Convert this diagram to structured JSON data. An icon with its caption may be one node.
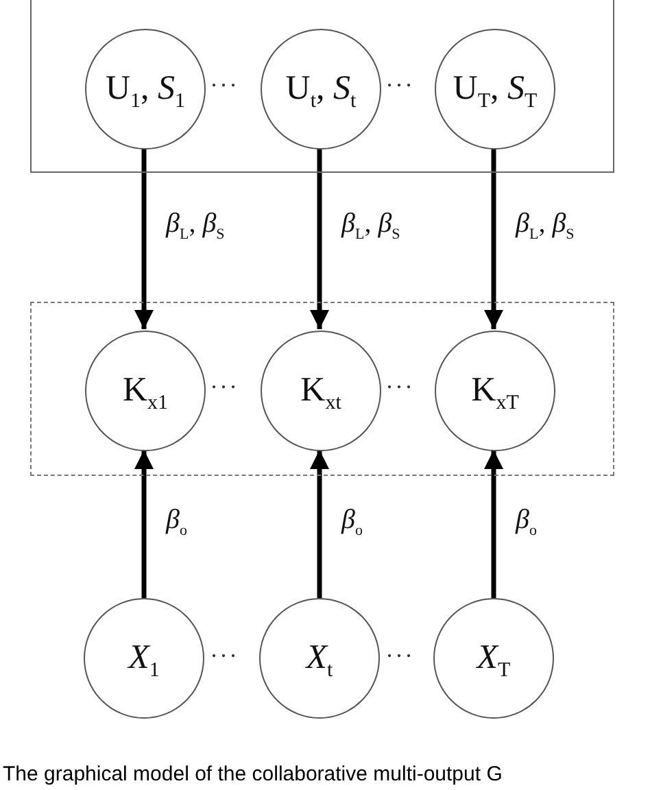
{
  "diagram": {
    "caption": "The graphical model of the collaborative multi-output G",
    "nodes": [
      {
        "text": [],
        "shape": "box"
      },
      {
        "text": [
          "U$_{1}$, *S*$_{1}$"
        ],
        "in": 0
      },
      {
        "text": [
          "U$_{t}$, *S*$_{t}$"
        ],
        "in": 0
      },
      {
        "text": [
          "U$_{T}$, *S*$_{T}$"
        ],
        "in": 0
      },
      {
        "text": [],
        "shape": "box"
      },
      {
        "text": [
          "K$_{x1}$"
        ],
        "in": 4
      },
      {
        "text": [
          "K$_{xt}$"
        ],
        "in": 4
      },
      {
        "text": [
          "K$_{xT}$"
        ],
        "in": 4
      },
      {
        "text": [
          "*X*$_{1}$"
        ]
      },
      {
        "text": [
          "*X*$_{t}$"
        ]
      },
      {
        "text": [
          "*X*$_{T}$"
        ]
      }
    ],
    "edges": [
      {
        "from": 1,
        "to": 5,
        "arrow": "to",
        "label": "*β*$_{L}$, *β*$_{S}$"
      },
      {
        "from": 2,
        "to": 6,
        "arrow": "to",
        "label": "*β*$_{L}$, *β*$_{S}$"
      },
      {
        "from": 3,
        "to": 7,
        "arrow": "to",
        "label": "*β*$_{L}$, *β*$_{S}$"
      },
      {
        "from": 8,
        "to": 5,
        "arrow": "to",
        "label": "*β*$_{o}$"
      },
      {
        "from": 9,
        "to": 6,
        "arrow": "to",
        "label": "*β*$_{o}$"
      },
      {
        "from": 10,
        "to": 7,
        "arrow": "to",
        "label": "*β*$_{o}$"
      }
    ],
    "labels": [
      "···",
      "···",
      "···",
      "···",
      "···",
      "···"
    ]
  }
}
